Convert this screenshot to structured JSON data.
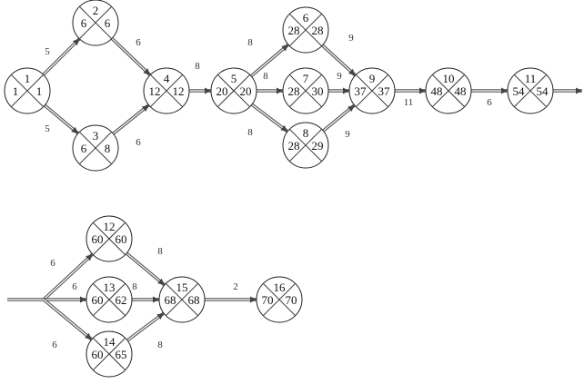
{
  "nodes": [
    {
      "id": "1",
      "early": "1",
      "late": "1"
    },
    {
      "id": "2",
      "early": "6",
      "late": "6"
    },
    {
      "id": "3",
      "early": "6",
      "late": "8"
    },
    {
      "id": "4",
      "early": "12",
      "late": "12"
    },
    {
      "id": "5",
      "early": "20",
      "late": "20"
    },
    {
      "id": "6",
      "early": "28",
      "late": "28"
    },
    {
      "id": "7",
      "early": "28",
      "late": "30"
    },
    {
      "id": "8",
      "early": "28",
      "late": "29"
    },
    {
      "id": "9",
      "early": "37",
      "late": "37"
    },
    {
      "id": "10",
      "early": "48",
      "late": "48"
    },
    {
      "id": "11",
      "early": "54",
      "late": "54"
    },
    {
      "id": "12",
      "early": "60",
      "late": "60"
    },
    {
      "id": "13",
      "early": "60",
      "late": "62"
    },
    {
      "id": "14",
      "early": "60",
      "late": "65"
    },
    {
      "id": "15",
      "early": "68",
      "late": "68"
    },
    {
      "id": "16",
      "early": "70",
      "late": "70"
    }
  ],
  "edges": [
    {
      "from": "1",
      "to": "2",
      "duration": "5"
    },
    {
      "from": "1",
      "to": "3",
      "duration": "5"
    },
    {
      "from": "2",
      "to": "4",
      "duration": "6"
    },
    {
      "from": "3",
      "to": "4",
      "duration": "6"
    },
    {
      "from": "4",
      "to": "5",
      "duration": "8"
    },
    {
      "from": "5",
      "to": "6",
      "duration": "8"
    },
    {
      "from": "5",
      "to": "7",
      "duration": "8"
    },
    {
      "from": "5",
      "to": "8",
      "duration": "8"
    },
    {
      "from": "6",
      "to": "9",
      "duration": "9"
    },
    {
      "from": "7",
      "to": "9",
      "duration": "9"
    },
    {
      "from": "8",
      "to": "9",
      "duration": "9"
    },
    {
      "from": "9",
      "to": "10",
      "duration": "11"
    },
    {
      "from": "10",
      "to": "11",
      "duration": "6"
    },
    {
      "from": "11",
      "to": "out",
      "duration": ""
    },
    {
      "from": "in",
      "to": "J",
      "duration": ""
    },
    {
      "from": "J",
      "to": "12",
      "duration": "6"
    },
    {
      "from": "J",
      "to": "13",
      "duration": "6"
    },
    {
      "from": "J",
      "to": "14",
      "duration": "6"
    },
    {
      "from": "12",
      "to": "15",
      "duration": "8"
    },
    {
      "from": "13",
      "to": "15",
      "duration": "8"
    },
    {
      "from": "14",
      "to": "15",
      "duration": "8"
    },
    {
      "from": "15",
      "to": "16",
      "duration": "2"
    }
  ]
}
